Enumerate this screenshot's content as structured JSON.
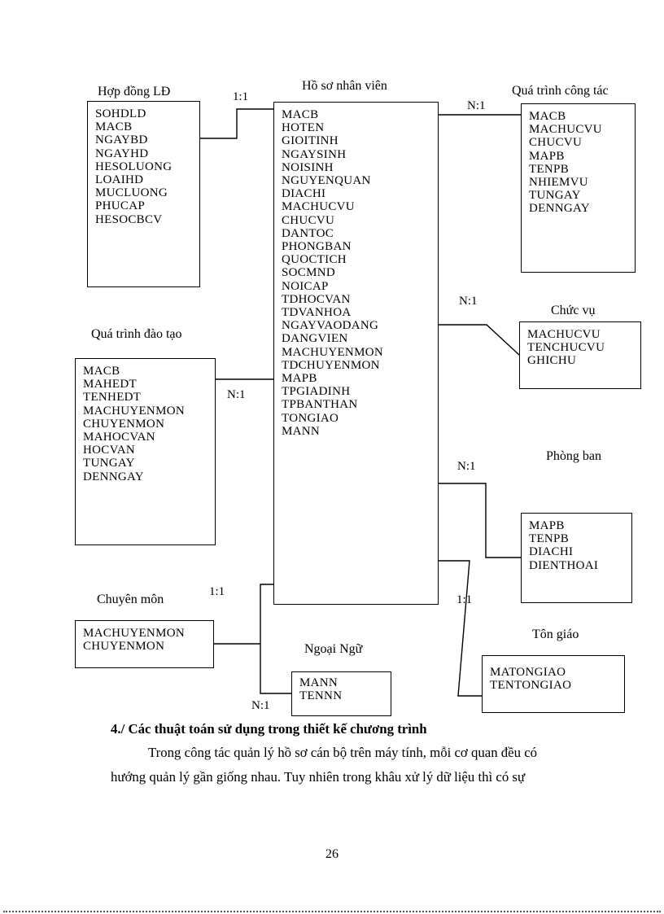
{
  "page": {
    "heading": "4./ Các thuật toán sử dụng trong thiết kế chương trình",
    "para_line1": "Trong công tác quản lý hồ sơ cán bộ trên máy tính, mỗi cơ quan đều có",
    "para_line2": "hướng quản lý gần giống nhau. Tuy nhiên trong khâu xử lý dữ liệu thì có sự",
    "page_number": "26"
  },
  "entities": {
    "hopdong": {
      "title": "Hợp đồng LĐ",
      "fields": [
        "SOHDLD",
        "MACB",
        "NGAYBD",
        "NGAYHD",
        "HESOLUONG",
        "LOAIHD",
        "MUCLUONG",
        "PHUCAP",
        "HESOCBCV"
      ]
    },
    "hoso": {
      "title": "Hồ sơ nhân viên",
      "fields": [
        "MACB",
        "HOTEN",
        "GIOITINH",
        "NGAYSINH",
        "NOISINH",
        "NGUYENQUAN",
        "DIACHI",
        "MACHUCVU",
        "CHUCVU",
        "DANTOC",
        "PHONGBAN",
        "QUOCTICH",
        "SOCMND",
        "NOICAP",
        "TDHOCVAN",
        "TDVANHOA",
        "NGAYVAODANG",
        "DANGVIEN",
        "MACHUYENMON",
        "TDCHUYENMON",
        "MAPB",
        "TPGIADINH",
        "TPBANTHAN",
        "TONGIAO",
        "MANN"
      ]
    },
    "congtac": {
      "title": "Quá trình công tác",
      "fields": [
        "MACB",
        "MACHUCVU",
        "CHUCVU",
        "MAPB",
        "TENPB",
        "NHIEMVU",
        "TUNGAY",
        "DENNGAY"
      ]
    },
    "chucvu": {
      "title": "Chức vụ",
      "fields": [
        "MACHUCVU",
        "TENCHUCVU",
        "GHICHU"
      ]
    },
    "daotao": {
      "title": "Quá trình đào tạo",
      "fields": [
        "MACB",
        "MAHEDT",
        "TENHEDT",
        "MACHUYENMON",
        "CHUYENMON",
        "MAHOCVAN",
        "HOCVAN",
        "TUNGAY",
        "DENNGAY"
      ]
    },
    "phongban": {
      "title": "Phòng ban",
      "fields": [
        "MAPB",
        "TENPB",
        "DIACHI",
        "DIENTHOAI"
      ]
    },
    "chuyenmon": {
      "title": "Chuyên môn",
      "fields": [
        "MACHUYENMON",
        "CHUYENMON"
      ]
    },
    "ngoaingu": {
      "title": "Ngoại Ngữ",
      "fields": [
        "MANN",
        "TENNN"
      ]
    },
    "tongiao": {
      "title": "Tôn giáo",
      "fields": [
        "MATONGIAO",
        "TENTONGIAO"
      ]
    }
  },
  "relations": {
    "hopdong_hoso": "1:1",
    "hoso_congtac": "N:1",
    "hoso_chucvu": "N:1",
    "daotao_hoso": "N:1",
    "hoso_phongban": "N:1",
    "chuyenmon_hoso": "1:1",
    "hoso_tongiao": "1:1",
    "hoso_ngoaingu": "N:1"
  }
}
